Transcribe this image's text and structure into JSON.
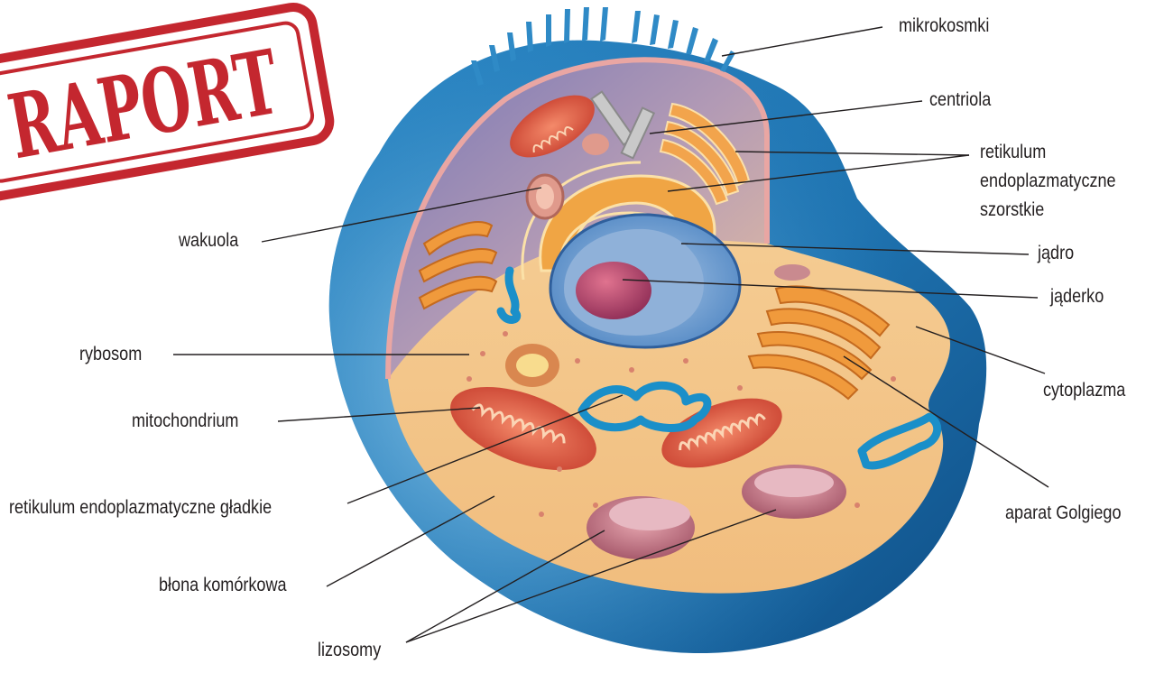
{
  "stamp": {
    "text": "RAPORT",
    "color": "#c4272f"
  },
  "labels": {
    "mikrokosmki": "mikrokosmki",
    "centriola": "centriola",
    "retikulum_szorstkie": [
      "retikulum",
      "endoplazmatyczne",
      "szorstkie"
    ],
    "jadro": "jądro",
    "jaderko": "jąderko",
    "cytoplazma": "cytoplazma",
    "aparat_golgiego": "aparat Golgiego",
    "wakuola": "wakuola",
    "rybosom": "rybosom",
    "mitochondrium": "mitochondrium",
    "retikulum_gladkie": "retikulum endoplazmatyczne gładkie",
    "blona": "błona komórkowa",
    "lizosomy": "lizosomy"
  },
  "colors": {
    "membrane_outer": "#1f73b0",
    "membrane_light": "#6fb6e3",
    "cytoplasm": "#f4c98a",
    "cytoplasm_top": "#b99ab8",
    "nucleus_shell": "#4f86c3",
    "nucleolus": "#b0426c",
    "mitochondrion": "#e9644b",
    "golgi": "#f09a3c",
    "smooth_er": "#1a8fc9",
    "lysosome": "#c97f90",
    "leader": "#231f20"
  }
}
